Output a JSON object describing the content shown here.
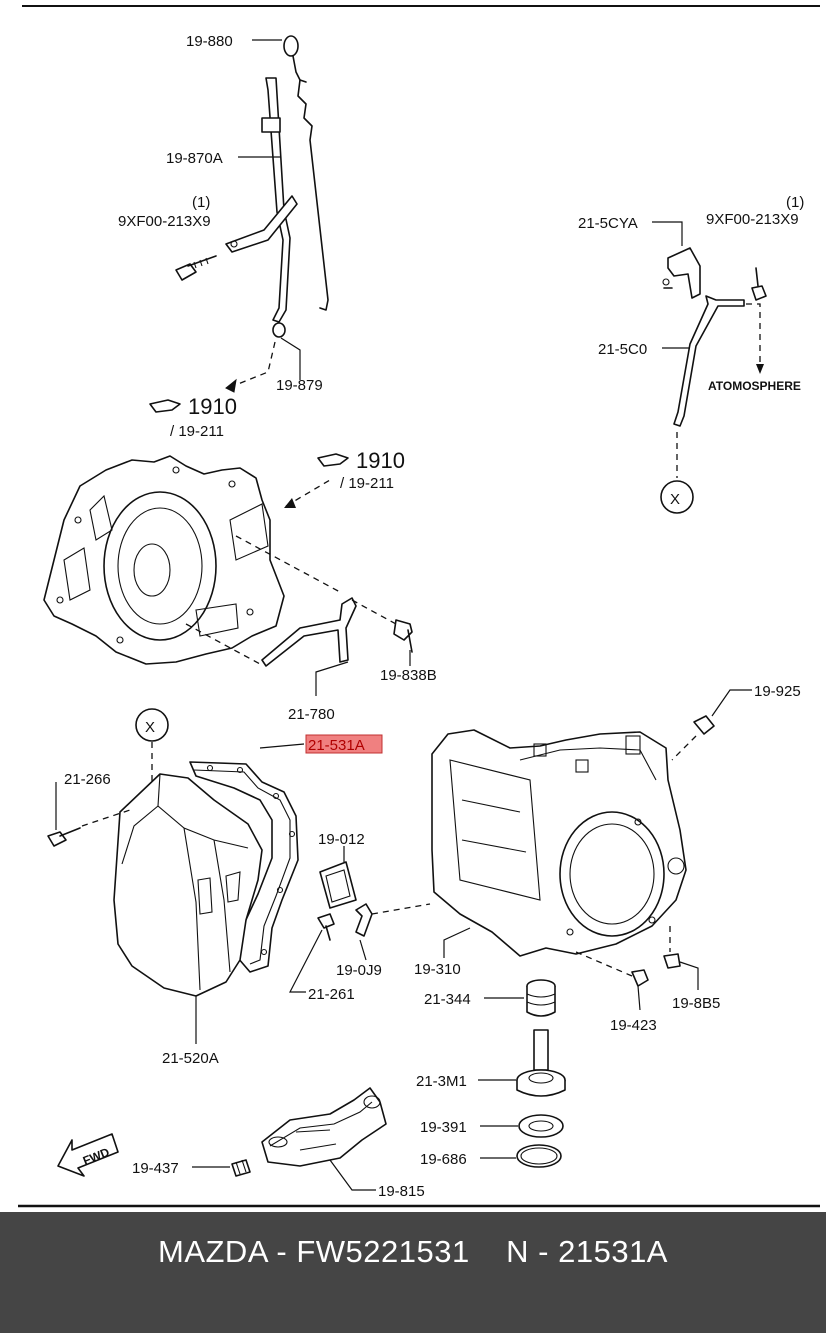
{
  "labels": {
    "l_19_880": "19-880",
    "l_19_870a": "19-870A",
    "l_qty1_left": "(1)",
    "l_bolt_left": "9XF00-213X9",
    "l_19_879": "19-879",
    "l_ref1910_a": "1910",
    "l_ref19211_a": "/ 19-211",
    "l_ref1910_b": "1910",
    "l_ref19211_b": "/ 19-211",
    "l_21_5cya": "21-5CYA",
    "l_qty1_right": "(1)",
    "l_bolt_right": "9XF00-213X9",
    "l_21_5c0": "21-5C0",
    "l_atmo": "ATOMOSPHERE",
    "l_x_top": "X",
    "l_19_838b": "19-838B",
    "l_21_780": "21-780",
    "l_x_mid": "X",
    "l_21_531a": "21-531A",
    "l_21_266": "21-266",
    "l_19_012": "19-012",
    "l_19_925": "19-925",
    "l_19_0j9": "19-0J9",
    "l_19_310": "19-310",
    "l_21_261": "21-261",
    "l_21_344": "21-344",
    "l_19_423": "19-423",
    "l_19_8b5": "19-8B5",
    "l_21_520a": "21-520A",
    "l_21_3m1": "21-3M1",
    "l_19_391": "19-391",
    "l_19_686": "19-686",
    "l_19_437": "19-437",
    "l_19_815": "19-815",
    "l_fwd": "FWD"
  },
  "highlight": {
    "part": "21-531A",
    "color": "#f08080"
  },
  "footer": {
    "text": "MAZDA - FW5221531    N - 21531A",
    "bg_color": "#454545"
  }
}
